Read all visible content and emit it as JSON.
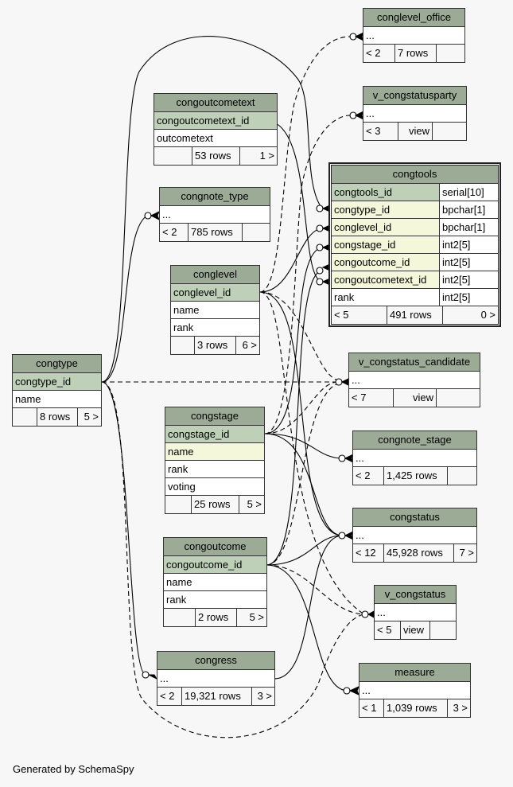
{
  "diagram": {
    "caption": "Generated by SchemaSpy",
    "tables": {
      "conglevel_office": {
        "name": "conglevel_office",
        "columns": [
          "..."
        ],
        "footer": [
          "< 2",
          "7 rows",
          ""
        ]
      },
      "v_congstatusparty": {
        "name": "v_congstatusparty",
        "columns": [
          "..."
        ],
        "footer": [
          "< 3",
          "view",
          ""
        ]
      },
      "congoutcometext": {
        "name": "congoutcometext",
        "columns": [
          "congoutcometext_id",
          "outcometext"
        ],
        "footer": [
          "",
          "53 rows",
          "1 >"
        ]
      },
      "congnote_type": {
        "name": "congnote_type",
        "columns": [
          "..."
        ],
        "footer": [
          "< 2",
          "785 rows",
          ""
        ]
      },
      "congtools": {
        "name": "congtools",
        "columns": [
          {
            "name": "congtools_id",
            "type": "serial[10]",
            "role": "pk"
          },
          {
            "name": "congtype_id",
            "type": "bpchar[1]",
            "role": "fk"
          },
          {
            "name": "conglevel_id",
            "type": "bpchar[1]",
            "role": "fk"
          },
          {
            "name": "congstage_id",
            "type": "int2[5]",
            "role": "fk"
          },
          {
            "name": "congoutcome_id",
            "type": "int2[5]",
            "role": "fk"
          },
          {
            "name": "congoutcometext_id",
            "type": "int2[5]",
            "role": "fk"
          },
          {
            "name": "rank",
            "type": "int2[5]",
            "role": ""
          }
        ],
        "footer": [
          "< 5",
          "491 rows",
          "0 >"
        ]
      },
      "conglevel": {
        "name": "conglevel",
        "columns": [
          "conglevel_id",
          "name",
          "rank"
        ],
        "footer": [
          "",
          "3 rows",
          "6 >"
        ]
      },
      "congtype": {
        "name": "congtype",
        "columns": [
          "congtype_id",
          "name"
        ],
        "footer": [
          "",
          "8 rows",
          "5 >"
        ]
      },
      "v_congstatus_candidate": {
        "name": "v_congstatus_candidate",
        "columns": [
          "..."
        ],
        "footer": [
          "< 7",
          "view",
          ""
        ]
      },
      "congstage": {
        "name": "congstage",
        "columns": [
          "congstage_id",
          "name",
          "rank",
          "voting"
        ],
        "footer": [
          "",
          "25 rows",
          "5 >"
        ]
      },
      "congnote_stage": {
        "name": "congnote_stage",
        "columns": [
          "..."
        ],
        "footer": [
          "< 2",
          "1,425 rows",
          ""
        ]
      },
      "congstatus": {
        "name": "congstatus",
        "columns": [
          "..."
        ],
        "footer": [
          "< 12",
          "45,928 rows",
          "7 >"
        ]
      },
      "congoutcome": {
        "name": "congoutcome",
        "columns": [
          "congoutcome_id",
          "name",
          "rank"
        ],
        "footer": [
          "",
          "2 rows",
          "5 >"
        ]
      },
      "v_congstatus": {
        "name": "v_congstatus",
        "columns": [
          "..."
        ],
        "footer": [
          "< 5",
          "view",
          ""
        ]
      },
      "congress": {
        "name": "congress",
        "columns": [
          "..."
        ],
        "footer": [
          "< 2",
          "19,321 rows",
          "3 >"
        ]
      },
      "measure": {
        "name": "measure",
        "columns": [
          "..."
        ],
        "footer": [
          "< 1",
          "1,039 rows",
          "3 >"
        ]
      }
    },
    "relationships": [
      {
        "from": "congtype",
        "to": "congtools",
        "style": "solid"
      },
      {
        "from": "congtype",
        "to": "congnote_type",
        "style": "solid"
      },
      {
        "from": "congtype",
        "to": "congress",
        "style": "solid"
      },
      {
        "from": "congtype",
        "to": "v_congstatus_candidate",
        "style": "dashed"
      },
      {
        "from": "congtype",
        "to": "v_congstatus",
        "style": "dashed"
      },
      {
        "from": "conglevel",
        "to": "congtools",
        "style": "solid"
      },
      {
        "from": "conglevel",
        "to": "conglevel_office",
        "style": "dashed"
      },
      {
        "from": "conglevel",
        "to": "congstatus",
        "style": "solid"
      },
      {
        "from": "conglevel",
        "to": "v_congstatus_candidate",
        "style": "dashed"
      },
      {
        "from": "conglevel",
        "to": "v_congstatus",
        "style": "dashed"
      },
      {
        "from": "congstage",
        "to": "congtools",
        "style": "solid"
      },
      {
        "from": "congstage",
        "to": "congnote_stage",
        "style": "solid"
      },
      {
        "from": "congstage",
        "to": "congstatus",
        "style": "solid"
      },
      {
        "from": "congstage",
        "to": "v_congstatusparty",
        "style": "dashed"
      },
      {
        "from": "congstage",
        "to": "v_congstatus_candidate",
        "style": "dashed"
      },
      {
        "from": "congoutcome",
        "to": "congtools",
        "style": "solid"
      },
      {
        "from": "congoutcome",
        "to": "congstatus",
        "style": "solid"
      },
      {
        "from": "congoutcome",
        "to": "measure",
        "style": "solid"
      },
      {
        "from": "congoutcome",
        "to": "v_congstatus",
        "style": "dashed"
      },
      {
        "from": "congoutcome",
        "to": "v_congstatus_candidate",
        "style": "dashed"
      },
      {
        "from": "congoutcometext",
        "to": "congtools",
        "style": "solid"
      },
      {
        "from": "congress",
        "to": "congstatus",
        "style": "solid"
      }
    ]
  }
}
